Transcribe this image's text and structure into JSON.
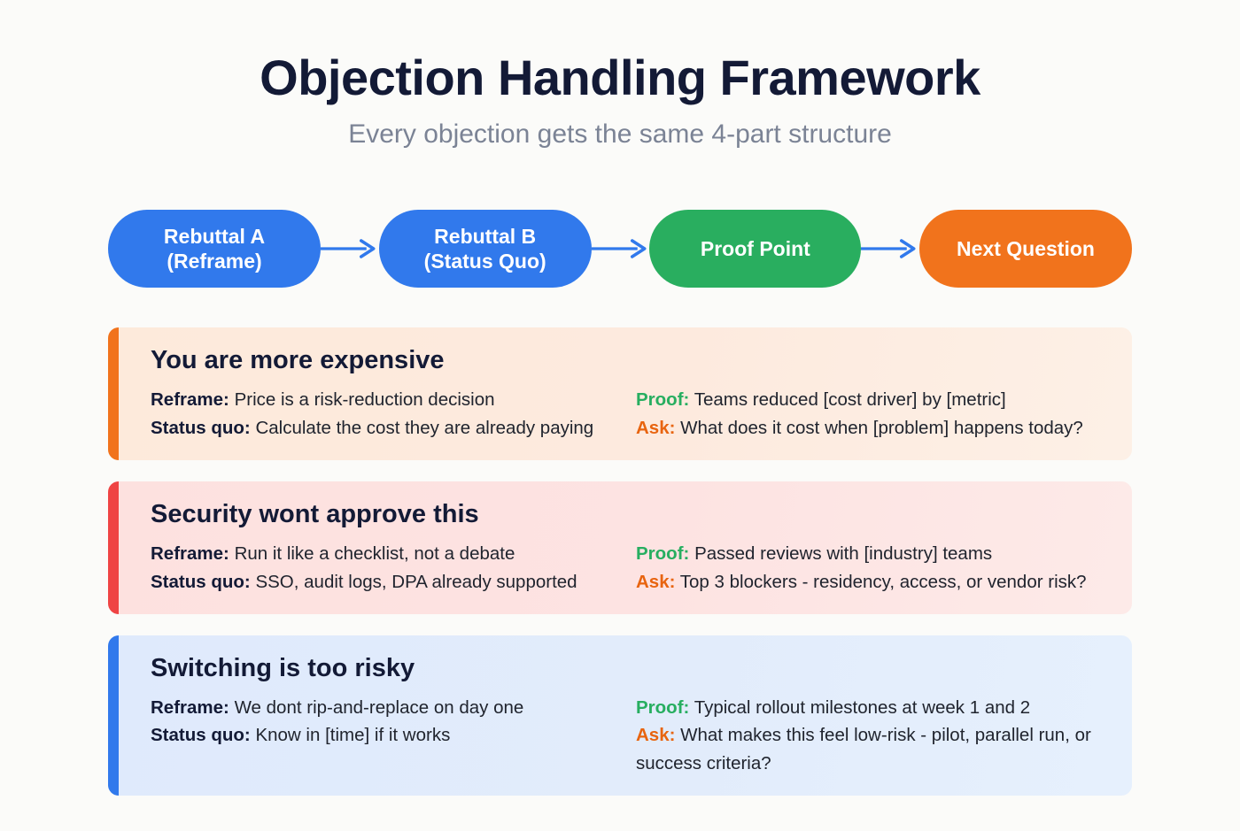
{
  "header": {
    "title": "Objection Handling Framework",
    "subtitle": "Every objection gets the same 4-part structure"
  },
  "flow": {
    "steps": [
      {
        "label": "Rebuttal A\n(Reframe)",
        "line1": "Rebuttal A",
        "line2": "(Reframe)",
        "color": "#3179ec"
      },
      {
        "label": "Rebuttal B\n(Status Quo)",
        "line1": "Rebuttal B",
        "line2": "(Status Quo)",
        "color": "#3179ec"
      },
      {
        "label": "Proof Point",
        "line1": "Proof Point",
        "line2": "",
        "color": "#29ae5f"
      },
      {
        "label": "Next Question",
        "line1": "Next Question",
        "line2": "",
        "color": "#f1731c"
      }
    ],
    "arrow_color": "#3179ec",
    "arrow_icon": "arrow-right-icon"
  },
  "labels": {
    "reframe": "Reframe:",
    "status_quo": "Status quo:",
    "proof": "Proof:",
    "ask": "Ask:"
  },
  "colors": {
    "accent_orange": "#f1731c",
    "accent_red": "#ef4444",
    "accent_blue": "#3179ec",
    "proof_green": "#27ae60",
    "ask_orange": "#e8640f",
    "title_navy": "#131a36",
    "subtitle_gray": "#7b8395",
    "page_background": "#fbfbf9"
  },
  "cards": [
    {
      "title": "You are more expensive",
      "accent_color": "#f1731c",
      "reframe": "Price is a risk-reduction decision",
      "status_quo": "Calculate the cost they are already paying",
      "proof": "Teams reduced [cost driver] by [metric]",
      "ask": "What does it cost when [problem] happens today?"
    },
    {
      "title": "Security wont approve this",
      "accent_color": "#ef4444",
      "reframe": "Run it like a checklist, not a debate",
      "status_quo": "SSO, audit logs, DPA already supported",
      "proof": "Passed reviews with [industry] teams",
      "ask": "Top 3 blockers - residency, access, or vendor risk?"
    },
    {
      "title": "Switching is too risky",
      "accent_color": "#3179ec",
      "reframe": "We dont rip-and-replace on day one",
      "status_quo": "Know in [time] if it works",
      "proof": "Typical rollout milestones at week 1 and 2",
      "ask": "What makes this feel low-risk - pilot, parallel run, or success criteria?"
    }
  ]
}
